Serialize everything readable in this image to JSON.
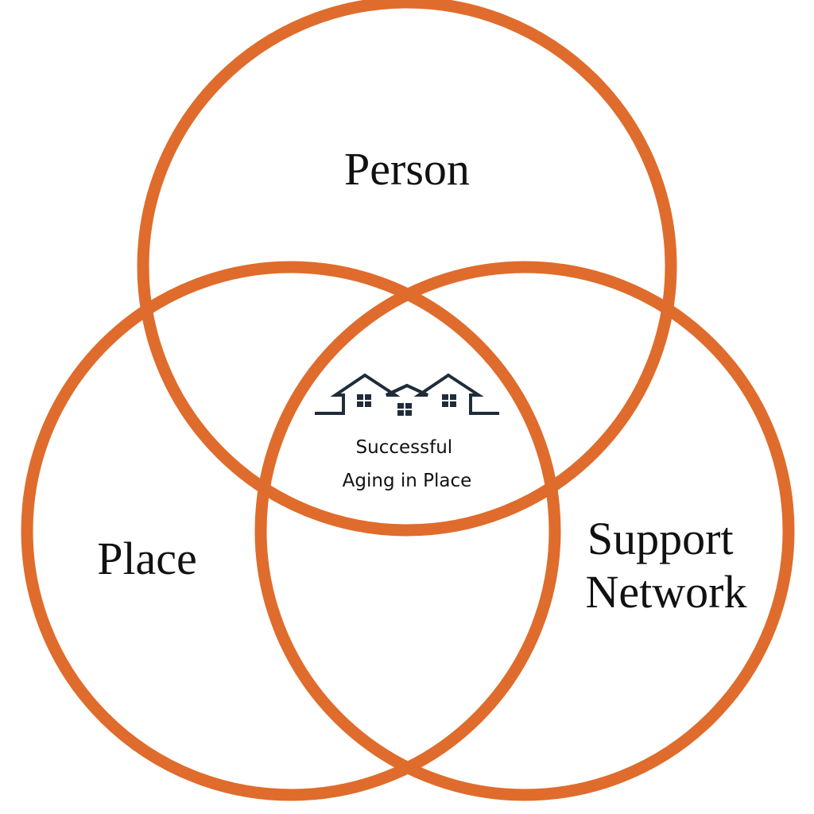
{
  "diagram": {
    "colors": {
      "ring": "#df6c2c",
      "text": "#111111",
      "house": "#1f2c3a",
      "background": "#ffffff"
    },
    "circles": [
      {
        "id": "person",
        "label": "Person"
      },
      {
        "id": "place",
        "label": "Place"
      },
      {
        "id": "support",
        "label_lines": [
          "Support",
          "Network"
        ]
      }
    ],
    "center": {
      "icon": "three-houses-icon",
      "label_lines": [
        "Successful",
        "Aging in Place"
      ]
    }
  }
}
